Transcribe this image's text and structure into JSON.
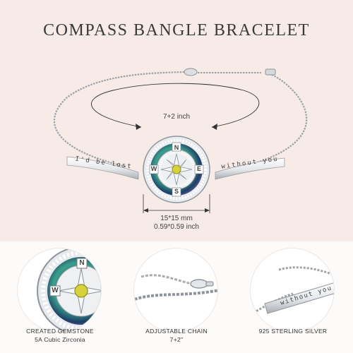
{
  "title": "COMPASS BANGLE BRACELET",
  "hero": {
    "length_label": "7+2 inch",
    "size_mm": "15*15 mm",
    "size_in": "0.59*0.59 inch",
    "engraving_left": "I'd be lost",
    "engraving_right": "without you",
    "compass_letters": {
      "n": "N",
      "e": "E",
      "s": "S",
      "w": "W"
    }
  },
  "details": [
    {
      "title": "CREATED GEMSTONE",
      "subtitle": "5A Cubic Zirconia"
    },
    {
      "title": "ADJUSTABLE CHAIN",
      "subtitle": "7+2\""
    },
    {
      "title": "925 STERLING SILVER",
      "subtitle": ""
    }
  ],
  "detail_letters": {
    "n": "N",
    "w": "W"
  },
  "detail_engraving": "without you",
  "colors": {
    "background": "#f6ebe6",
    "silver": "#c9ccd0",
    "abalone": "#2f7c8a",
    "gem": "#d6d23a"
  }
}
